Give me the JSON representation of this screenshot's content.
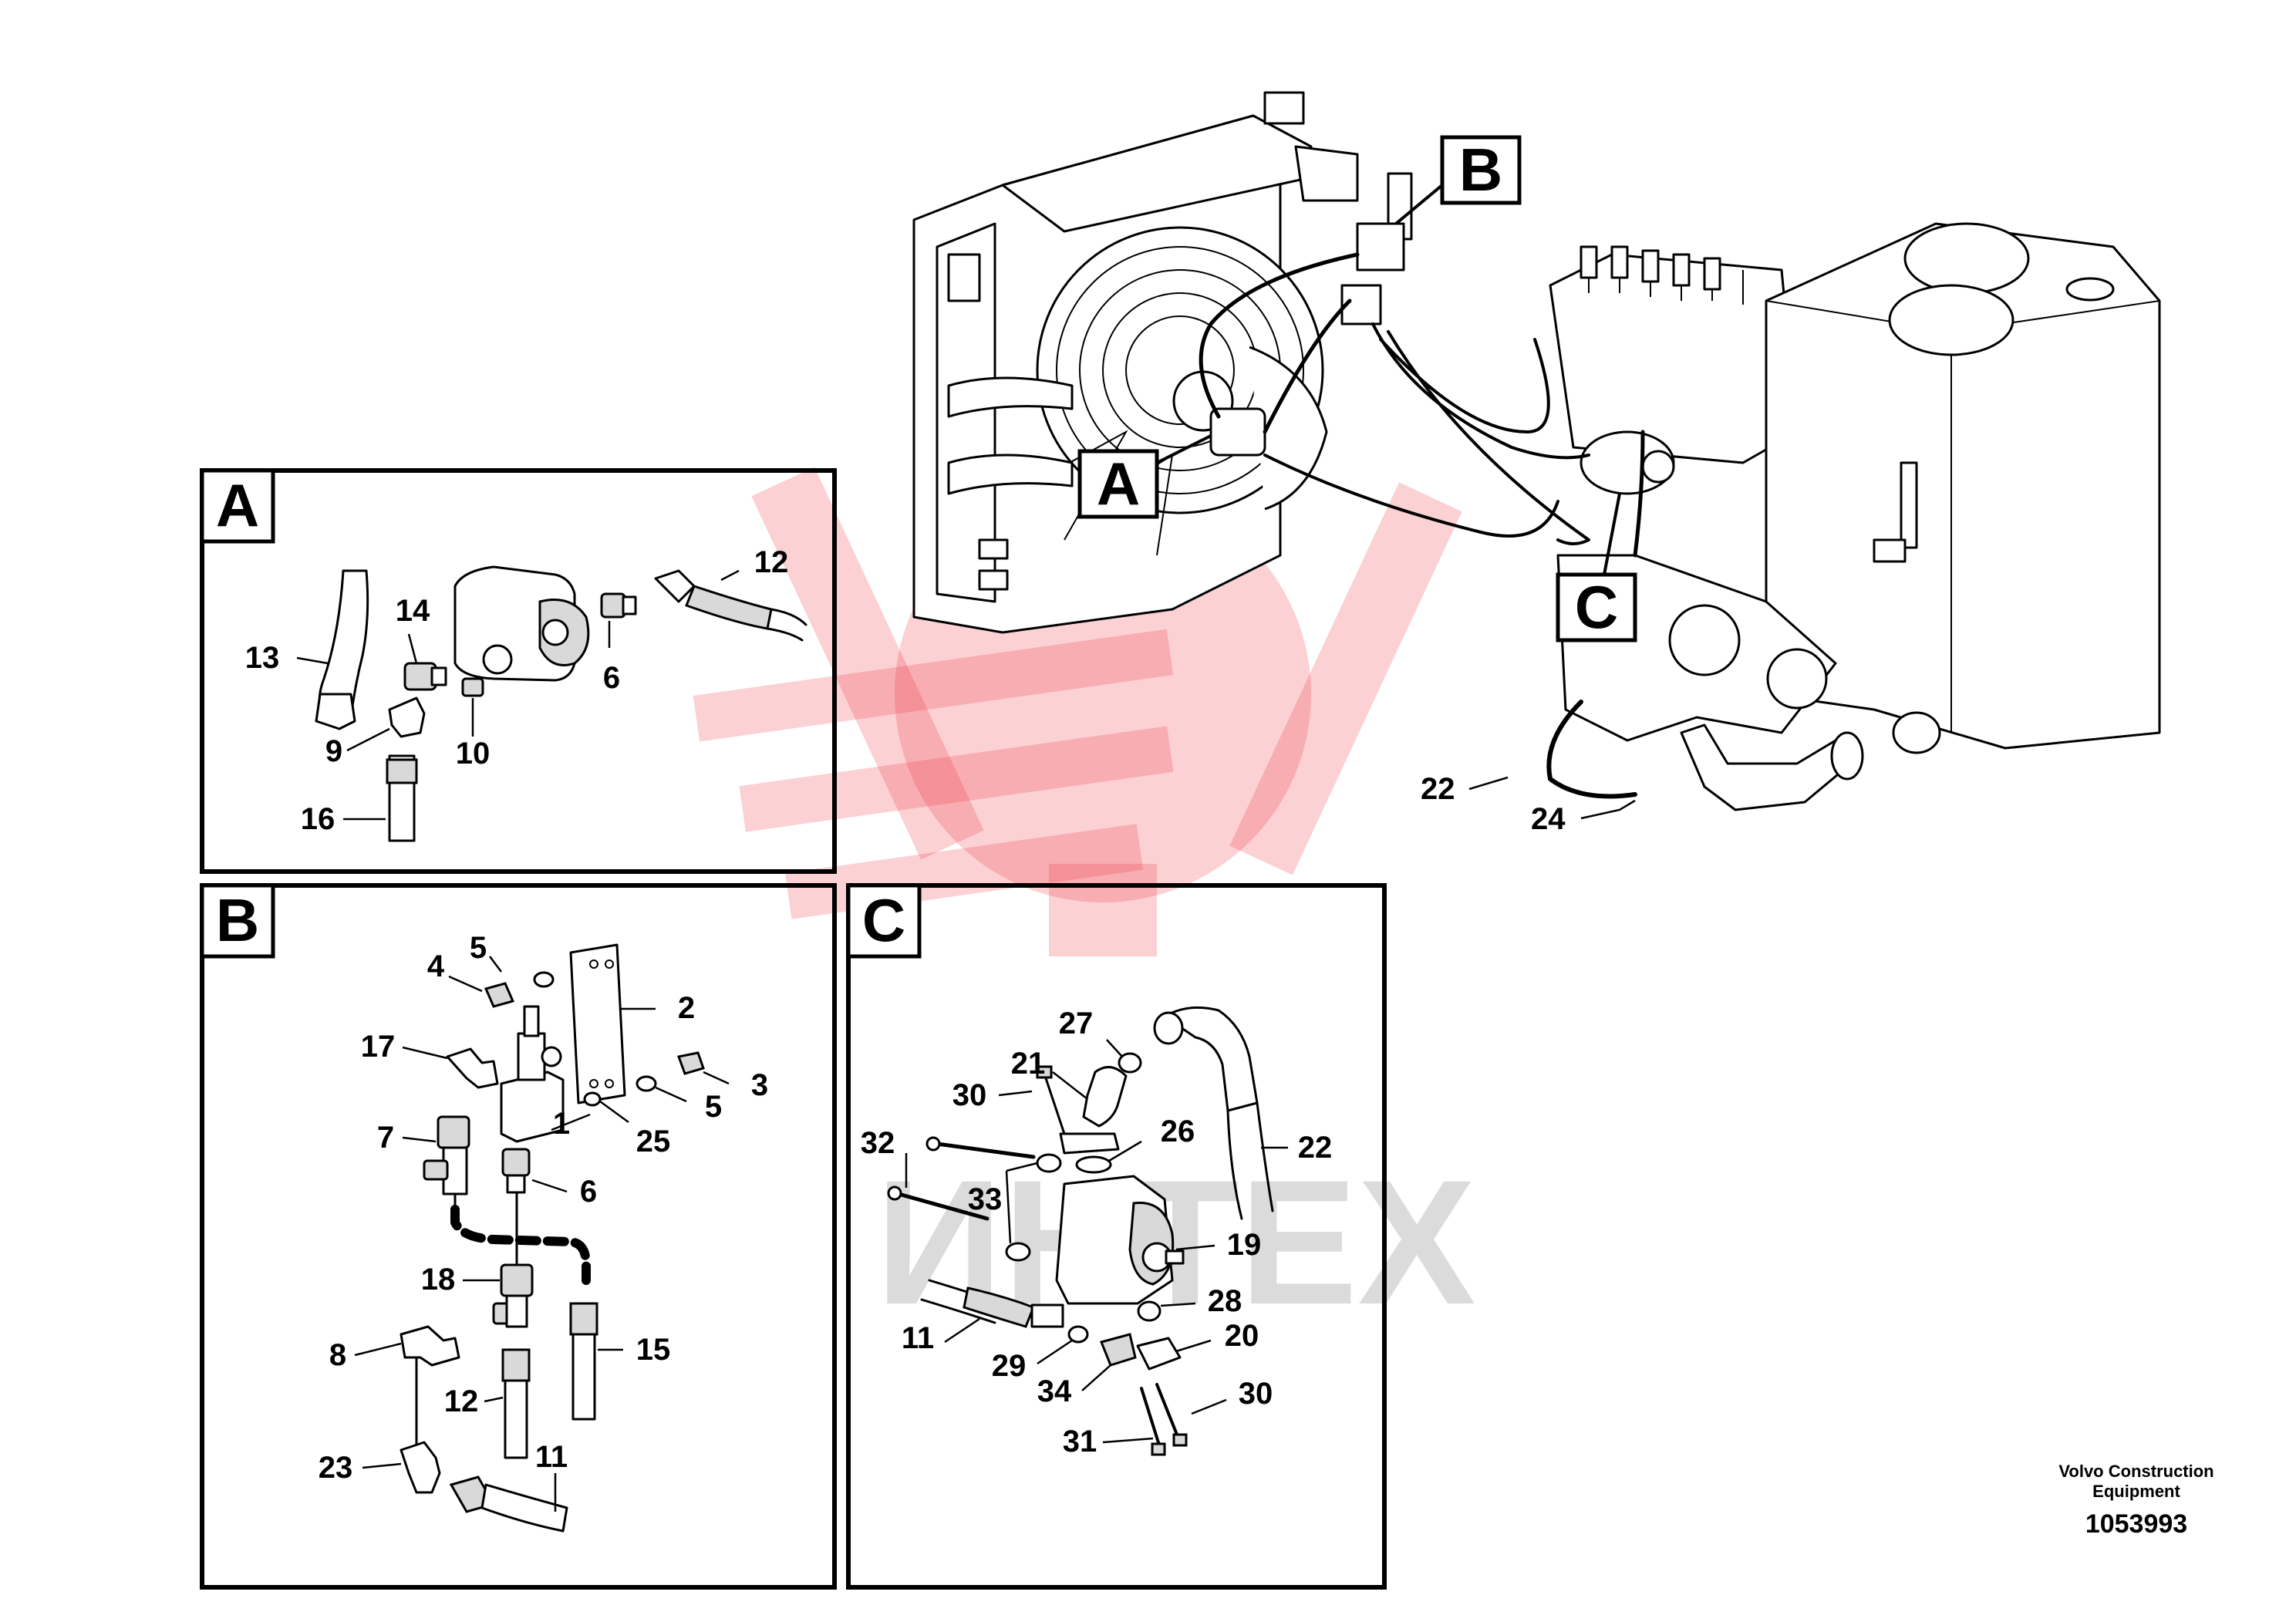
{
  "footer": {
    "brand_line1": "Volvo Construction",
    "brand_line2": "Equipment",
    "doc_number": "1053993"
  },
  "watermark": {
    "text": "ИНТЕХ",
    "color": "#ef2d3a"
  },
  "detail_tags": {
    "a": "A",
    "b": "B",
    "c": "C"
  },
  "panels": {
    "a": {
      "tag": "A"
    },
    "b": {
      "tag": "B"
    },
    "c": {
      "tag": "C"
    }
  },
  "callouts": {
    "main": [
      "22",
      "24"
    ],
    "a": [
      "12",
      "13",
      "14",
      "6",
      "9",
      "10",
      "16"
    ],
    "b": [
      "5",
      "4",
      "2",
      "17",
      "3",
      "5",
      "7",
      "25",
      "1",
      "6",
      "18",
      "15",
      "8",
      "12",
      "23",
      "11"
    ],
    "c": [
      "27",
      "21",
      "30",
      "26",
      "32",
      "22",
      "33",
      "19",
      "28",
      "11",
      "20",
      "29",
      "34",
      "30",
      "31"
    ]
  }
}
